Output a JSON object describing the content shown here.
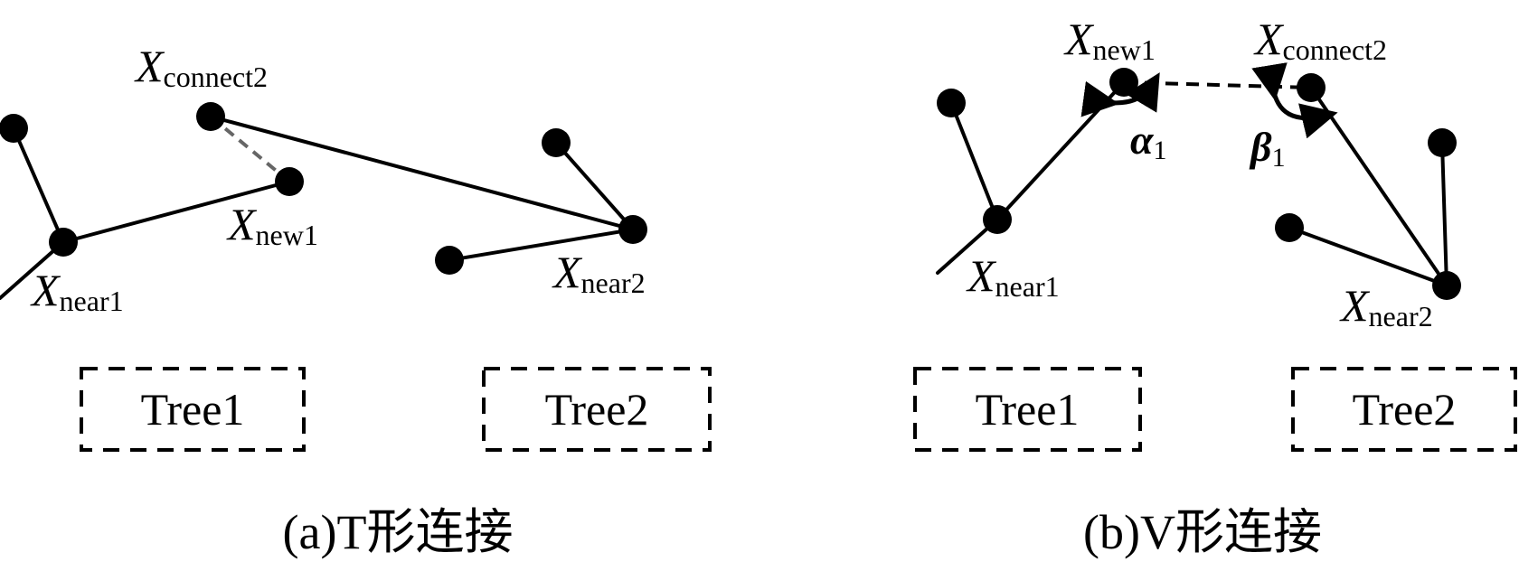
{
  "panel_a": {
    "labels": {
      "connect": {
        "base": "X",
        "sub": "connect2"
      },
      "new": {
        "base": "X",
        "sub": "new1"
      },
      "near1": {
        "base": "X",
        "sub": "near1"
      },
      "near2": {
        "base": "X",
        "sub": "near2"
      }
    },
    "trees": [
      "Tree1",
      "Tree2"
    ],
    "caption": "(a)T形连接"
  },
  "panel_b": {
    "labels": {
      "new": {
        "base": "X",
        "sub": "new1"
      },
      "connect": {
        "base": "X",
        "sub": "connect2"
      },
      "near1": {
        "base": "X",
        "sub": "near1"
      },
      "near2": {
        "base": "X",
        "sub": "near2"
      },
      "alpha": {
        "base": "α",
        "sub": "1"
      },
      "beta": {
        "base": "β",
        "sub": "1"
      }
    },
    "trees": [
      "Tree1",
      "Tree2"
    ],
    "caption": "(b)V形连接"
  }
}
